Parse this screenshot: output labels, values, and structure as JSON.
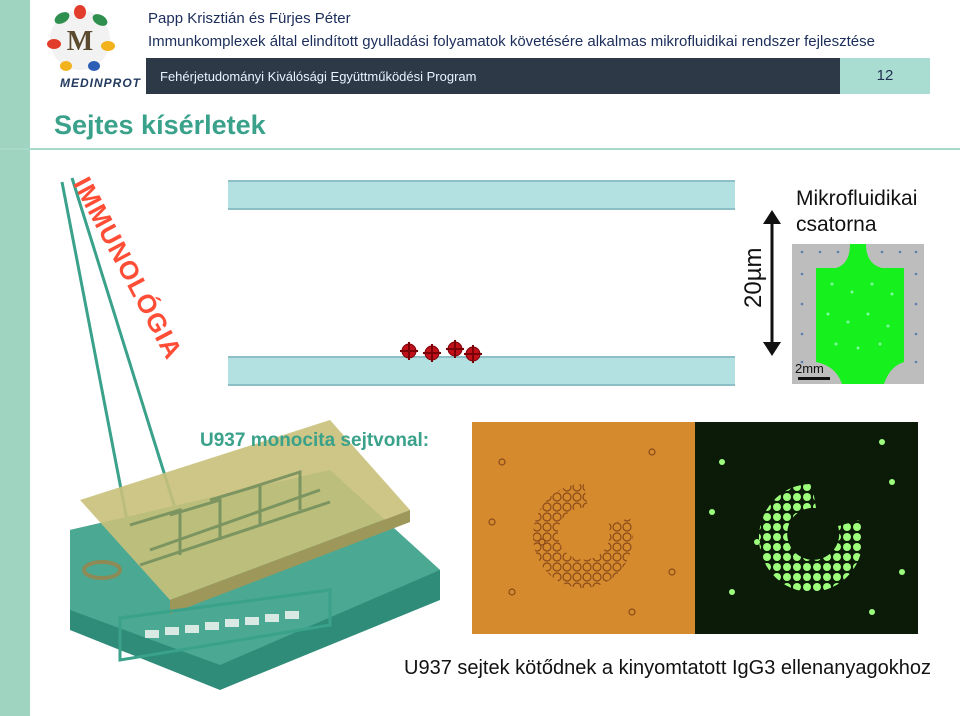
{
  "header": {
    "authors": "Papp Krisztián és Fürjes Péter",
    "subtitle": "Immunkomplexek által elindított gyulladási folyamatok követésére alkalmas mikrofluidikai rendszer fejlesztése",
    "program": "Fehérjetudományi Kiválósági Együttműködési Program",
    "page_number": "12",
    "logo_text": "MEDINPROT",
    "logo_letter": "M"
  },
  "slide": {
    "title": "Sejtes kísérletek",
    "side_label": "IMMUNOLÓGIA",
    "dimension_label": "20µm",
    "channel_label_line1": "Mikrofluidikai",
    "channel_label_line2": "csatorna",
    "scale_label": "2mm",
    "cell_line_label": "U937 monocita sejtvonal:",
    "caption": "U937 sejtek kötődnek a kinyomtatott IgG3 ellenanyagokhoz"
  },
  "colors": {
    "accent": "#3aa18a",
    "side_label": "#ff4d36",
    "header_bar": "#2d3947",
    "page_tag": "#a9ddd2",
    "channel": "#b3e0e0",
    "green_channel": "#16f01c",
    "cells": "#c0101a"
  }
}
